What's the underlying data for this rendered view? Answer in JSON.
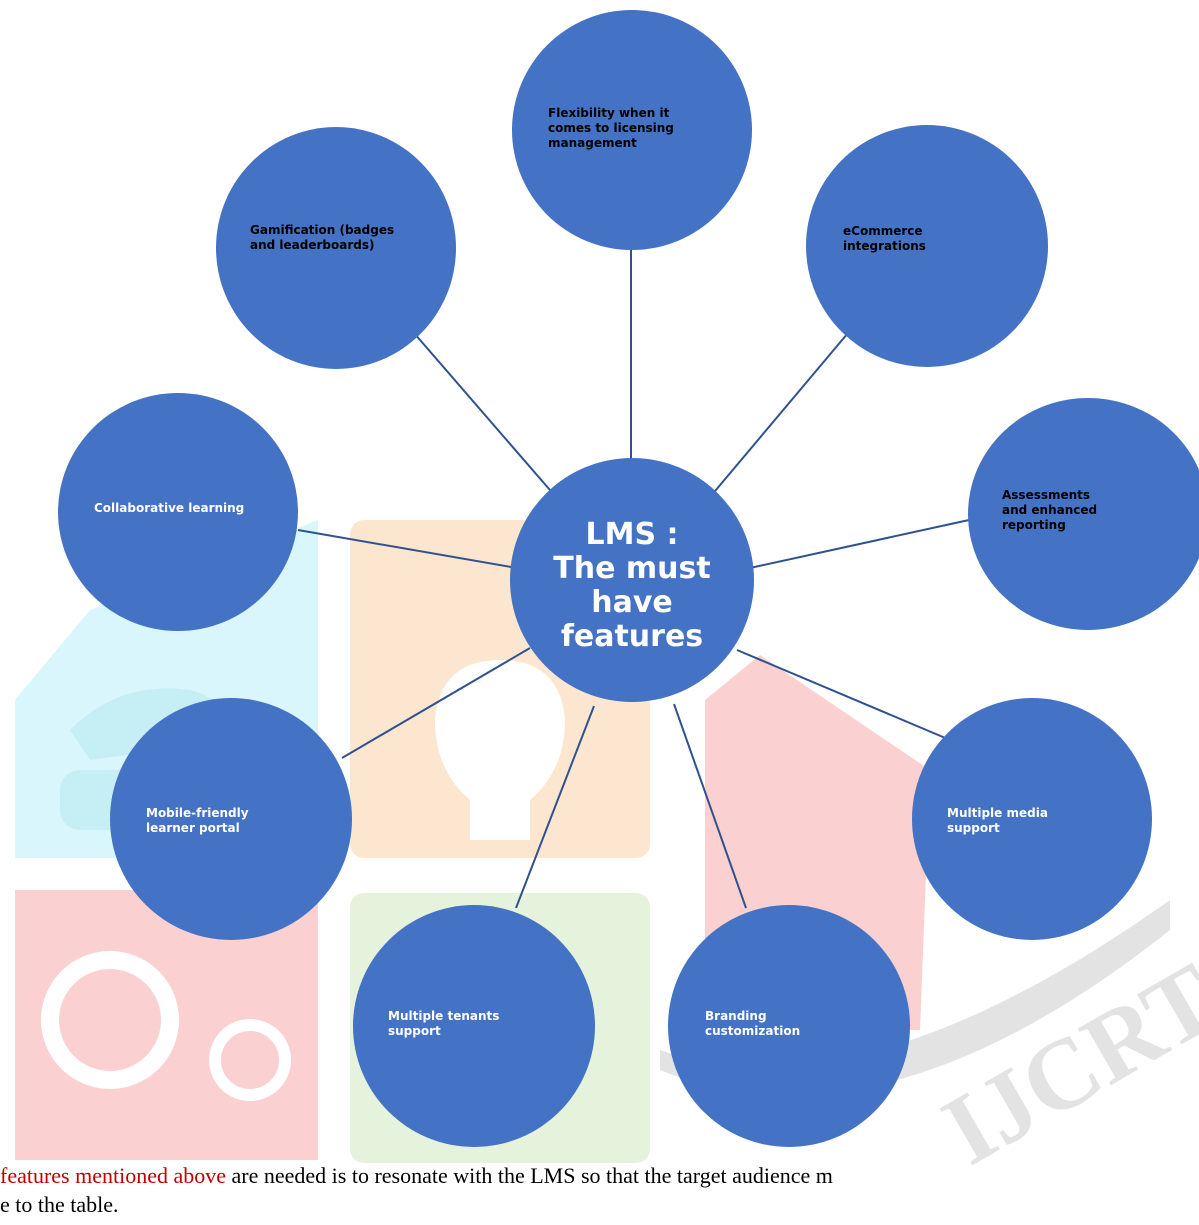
{
  "diagram": {
    "center": "LMS :\nThe must\nhave\nfeatures",
    "nodes": [
      {
        "id": "licensing",
        "label": "Flexibility  when  it\ncomes to licensing\nmanagement"
      },
      {
        "id": "ecommerce",
        "label": "eCommerce\nintegrations"
      },
      {
        "id": "assessments",
        "label": "Assessments\nand enhanced\nreporting"
      },
      {
        "id": "media",
        "label": "Multiple  media\nsupport"
      },
      {
        "id": "branding",
        "label": "Branding\ncustomization"
      },
      {
        "id": "tenants",
        "label": "Multiple  tenants\nsupport"
      },
      {
        "id": "mobile",
        "label": "Mobile-friendly\nlearner portal"
      },
      {
        "id": "collab",
        "label": "Collaborative  learning"
      },
      {
        "id": "gamification",
        "label": "Gamification  (badges\nand leaderboards)"
      }
    ],
    "node_color": "#4472c4",
    "edge_color": "#2f528f"
  },
  "body": {
    "line1_prefix": "features mentioned above",
    "line1_suffix": " are needed is to resonate with the LMS so that the target audience m",
    "line2": "e to the table."
  },
  "watermark": {
    "text": "IJCRT",
    "colors": {
      "cyan": "#d8f6fb",
      "orange": "#fde6d0",
      "red": "#fbd0d0",
      "green": "#e6f3dc",
      "gray": "#e3e3e3"
    }
  }
}
